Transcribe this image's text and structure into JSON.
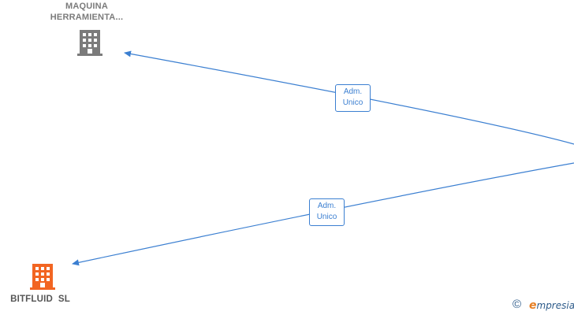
{
  "nodes": [
    {
      "id": "maquina",
      "label_lines": [
        "MAQUINA",
        "HERRAMIENTA..."
      ],
      "color": "#7b7b7b",
      "icon": "building-icon"
    },
    {
      "id": "bitfluid",
      "label_lines": [
        "BITFLUID  SL"
      ],
      "color": "#f26522",
      "icon": "building-icon"
    }
  ],
  "edges": [
    {
      "id": "edge-top",
      "label_lines": [
        "Adm.",
        "Unico"
      ],
      "color": "#3b7fd1"
    },
    {
      "id": "edge-bottom",
      "label_lines": [
        "Adm.",
        "Unico"
      ],
      "color": "#3b7fd1"
    }
  ],
  "footer": {
    "copyright_symbol": "©",
    "brand_first": "e",
    "brand_rest": "mpresia"
  }
}
